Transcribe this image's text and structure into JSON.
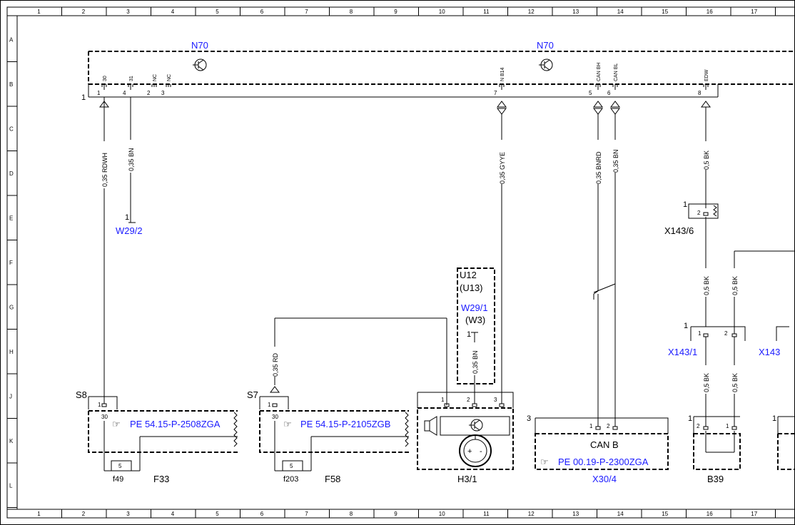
{
  "grid": {
    "columns": [
      "1",
      "2",
      "3",
      "4",
      "5",
      "6",
      "7",
      "8",
      "9",
      "10",
      "11",
      "12",
      "13",
      "14",
      "15",
      "16",
      "17"
    ],
    "rows": [
      "A",
      "B",
      "C",
      "D",
      "E",
      "F",
      "G",
      "H",
      "J",
      "K",
      "L"
    ]
  },
  "n70": {
    "label_left": "N70",
    "label_right": "N70",
    "connector": "1",
    "pins": [
      {
        "num": "1",
        "sig": "30"
      },
      {
        "num": "4",
        "sig": "31"
      },
      {
        "num": "2",
        "sig": "NC"
      },
      {
        "num": "3",
        "sig": "NC"
      },
      {
        "num": "7",
        "sig": "N B14"
      },
      {
        "num": "5",
        "sig": "CAN BH"
      },
      {
        "num": "6",
        "sig": "CAN BL"
      },
      {
        "num": "8",
        "sig": "EDW"
      }
    ]
  },
  "wires": {
    "w1": "0,35 RDWH",
    "w2": "0,35 BN",
    "w3": "0,35 GYYE",
    "w4": "0,35 BNRD",
    "w5": "0,35 BN",
    "w6": "0,5 BK",
    "w7": "0,5 BK",
    "w8": "0,5 BK",
    "w9": "0,35 RD",
    "w10": "0,35 BN",
    "w11": "0,5 BK",
    "w12": "0,5 BK"
  },
  "ground_w29_2": {
    "pin": "1",
    "label": "W29/2"
  },
  "x143_6": {
    "conn": "1",
    "pin": "2",
    "label": "X143/6"
  },
  "x143_1": {
    "conn": "1",
    "pin1": "1",
    "pin2": "2",
    "label": "X143/1"
  },
  "x143_partial": {
    "label": "X143"
  },
  "u12": {
    "line1": "U12",
    "line2": "(U13)",
    "ground": "W29/1",
    "ground_alt": "(W3)",
    "pin": "1"
  },
  "s8": {
    "label": "S8",
    "pin": "1",
    "term": "30",
    "ref": "PE 54.15-P-2508ZGA",
    "fuse": "5",
    "fuse_label": "f49",
    "fuse_block": "F33"
  },
  "s7": {
    "label": "S7",
    "pin": "1",
    "term": "30",
    "ref": "PE 54.15-P-2105ZGB",
    "fuse": "5",
    "fuse_label": "f203",
    "fuse_block": "F58"
  },
  "h3_1": {
    "label": "H3/1",
    "pins": [
      "1",
      "2",
      "3"
    ],
    "plus": "+",
    "minus": "-"
  },
  "x30_4": {
    "conn": "3",
    "pin1": "1",
    "pin2": "2",
    "title": "CAN B",
    "ref": "PE 00.19-P-2300ZGA",
    "label": "X30/4"
  },
  "b39": {
    "conn": "1",
    "pin1": "2",
    "pin2": "1",
    "label": "B39"
  },
  "partial_right": {
    "conn": "1"
  }
}
